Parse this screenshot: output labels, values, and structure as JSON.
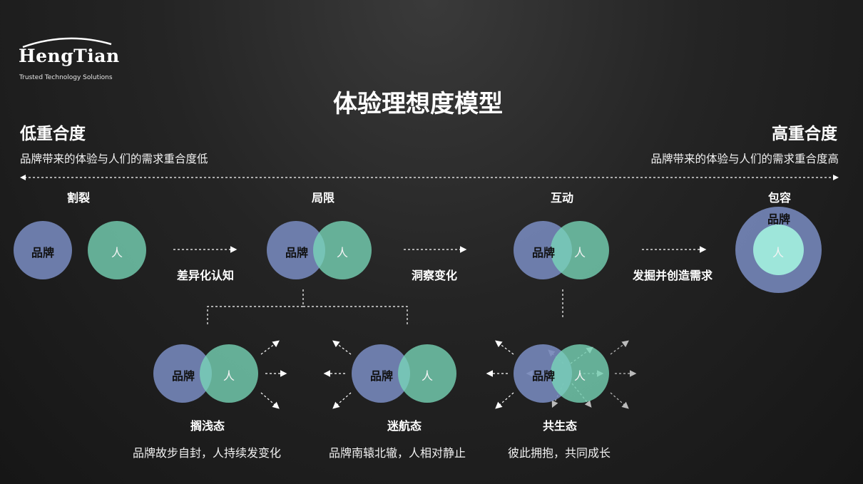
{
  "logo": {
    "name": "HengTian",
    "tagline": "Trusted Technology Solutions"
  },
  "title": "体验理想度模型",
  "left": {
    "heading": "低重合度",
    "desc": "品牌带来的体验与人们的需求重合度低"
  },
  "right": {
    "heading": "高重合度",
    "desc": "品牌带来的体验与人们的需求重合度高"
  },
  "stages": [
    {
      "name": "割裂",
      "brand": "品牌",
      "person": "人"
    },
    {
      "name": "局限",
      "brand": "品牌",
      "person": "人"
    },
    {
      "name": "互动",
      "brand": "品牌",
      "person": "人"
    },
    {
      "name": "包容",
      "brand": "品牌",
      "person": "人"
    }
  ],
  "transitions": [
    "差异化认知",
    "洞察变化",
    "发掘并创造需求"
  ],
  "states": [
    {
      "name": "搁浅态",
      "desc": "品牌故步自封，人持续发变化",
      "brand": "品牌",
      "person": "人"
    },
    {
      "name": "迷航态",
      "desc": "品牌南辕北辙，人相对静止",
      "brand": "品牌",
      "person": "人"
    },
    {
      "name": "共生态",
      "desc": "彼此拥抱，共同成长",
      "brand": "品牌",
      "person": "人"
    }
  ],
  "colors": {
    "brand": "#7f8fc4",
    "person": "#7fd8bb",
    "background": "#1e1e1e"
  }
}
